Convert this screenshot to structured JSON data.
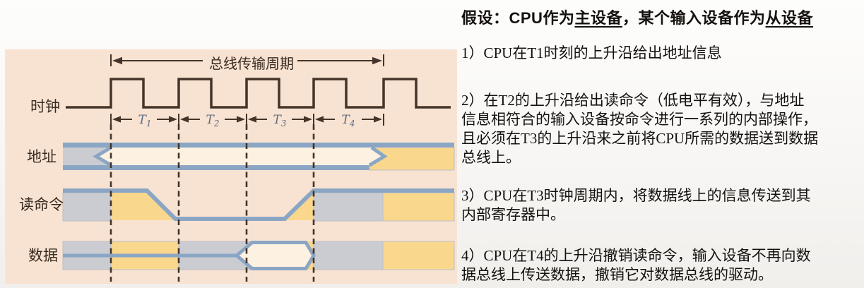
{
  "diagram": {
    "title": "总线传输周期",
    "labels": {
      "clock": "时钟",
      "address": "地址",
      "read_cmd": "读命令",
      "data": "数据"
    },
    "periods": [
      {
        "base": "T",
        "sub": "1"
      },
      {
        "base": "T",
        "sub": "2"
      },
      {
        "base": "T",
        "sub": "3"
      },
      {
        "base": "T",
        "sub": "4"
      }
    ],
    "colors": {
      "panel_background": "#f8e3d2",
      "waveform_line": "#443429",
      "bus_outline_blue": "#8ba6c4",
      "fill_gray": "#cbccd2",
      "fill_yellow": "#f9d78d",
      "fill_valid_cream": "#fdf1e1",
      "period_label": "#5d6b80"
    }
  },
  "notes": {
    "heading": {
      "pre": "假设：CPU作为",
      "master": "主设备",
      "mid": "，某个输入设备作为",
      "slave": "从设备"
    },
    "items": [
      {
        "lines": [
          "1）CPU在T1时刻的上升沿给出地址信息"
        ]
      },
      {
        "lines": [
          "2）在T2的上升沿给出读命令（低电平有效），与地址",
          "信息相符合的输入设备按命令进行一系列的内部操作，",
          "且必须在T3的上升沿来之前将CPU所需的数据送到数据",
          "总线上。"
        ]
      },
      {
        "lines": [
          "3）CPU在T3时钟周期内，将数据线上的信息传送到其",
          "内部寄存器中。"
        ]
      },
      {
        "lines": [
          "4）CPU在T4的上升沿撤销读命令，输入设备不再向数",
          "据总线上传送数据，撤销它对数据总线的驱动。"
        ]
      }
    ]
  }
}
